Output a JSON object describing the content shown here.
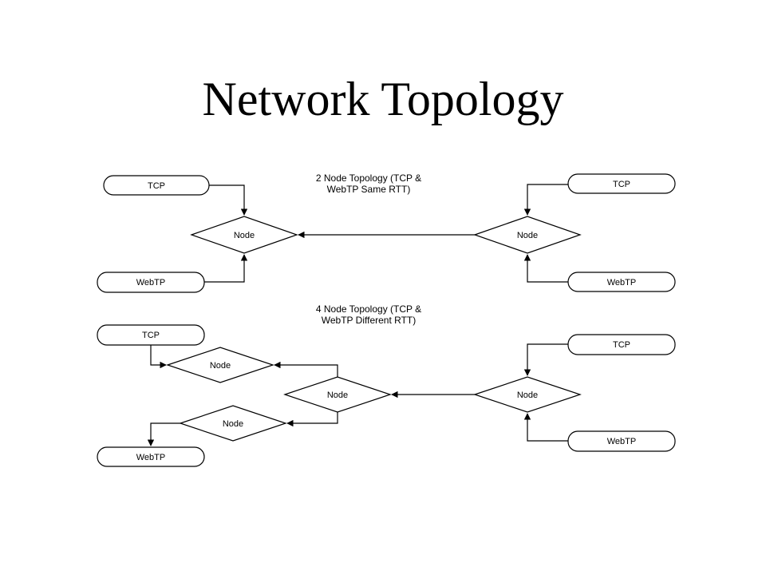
{
  "title": "Network Topology",
  "diagram": {
    "top": {
      "caption_line1": "2 Node Topology (TCP &",
      "caption_line2": "WebTP Same RTT)",
      "left_tcp": "TCP",
      "left_webtp": "WebTP",
      "left_node": "Node",
      "right_tcp": "TCP",
      "right_webtp": "WebTP",
      "right_node": "Node"
    },
    "bottom": {
      "caption_line1": "4 Node Topology (TCP &",
      "caption_line2": "WebTP Different RTT)",
      "left_tcp": "TCP",
      "left_webtp": "WebTP",
      "node_upper": "Node",
      "node_middle": "Node",
      "node_lower": "Node",
      "right_node": "Node",
      "right_tcp": "TCP",
      "right_webtp": "WebTP"
    }
  }
}
